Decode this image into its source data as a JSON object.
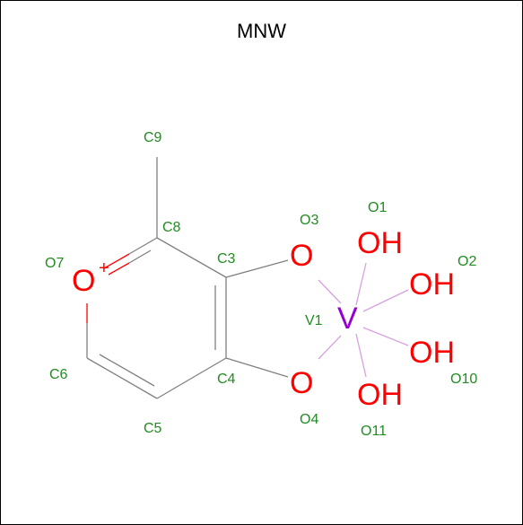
{
  "title": "MNW",
  "colors": {
    "bond": "#808080",
    "oxygen": "#ff0000",
    "vanadium": "#9400d3",
    "label": "#228b22",
    "metal_bond": "#d8a0e0"
  },
  "atoms": {
    "o7": {
      "symbol": "O",
      "charge": "+",
      "label": "O7"
    },
    "c9": {
      "label": "C9"
    },
    "c8": {
      "label": "C8"
    },
    "c3": {
      "label": "C3"
    },
    "c4": {
      "label": "C4"
    },
    "c5": {
      "label": "C5"
    },
    "c6": {
      "label": "C6"
    },
    "o3": {
      "symbol": "O",
      "label": "O3"
    },
    "o4": {
      "symbol": "O",
      "label": "O4"
    },
    "v1": {
      "symbol": "V",
      "label": "V1"
    },
    "o1": {
      "symbol": "OH",
      "label": "O1"
    },
    "o2": {
      "symbol": "OH",
      "label": "O2"
    },
    "o10": {
      "symbol": "OH",
      "label": "O10"
    },
    "o11": {
      "symbol": "OH",
      "label": "O11"
    }
  }
}
